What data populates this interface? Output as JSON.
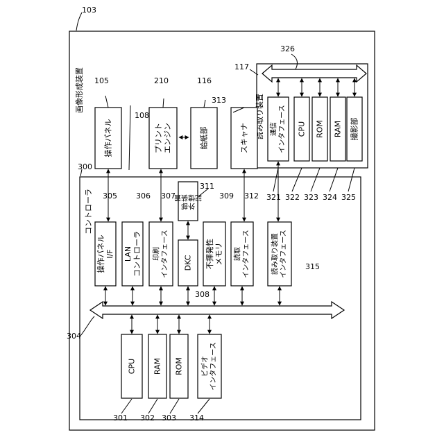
{
  "device": {
    "label": "画像形成装置",
    "ref": "103"
  },
  "controller": {
    "label": "コントローラ",
    "ref": "300"
  },
  "reader": {
    "label": "読み取り装置",
    "ref": "117"
  },
  "cable_ref": "108",
  "top_boxes": [
    {
      "id": "panel",
      "label": "操作パネル",
      "ref": "105"
    },
    {
      "id": "print-engine",
      "label": "プリント\nエンジン",
      "ref": "210"
    },
    {
      "id": "feeder",
      "label": "給紙部",
      "ref": "116"
    },
    {
      "id": "scanner",
      "label": "スキャナ",
      "ref": "313"
    }
  ],
  "reader_boxes": [
    {
      "id": "comm-if",
      "label": "通信\nインタフェース",
      "ref": "321"
    },
    {
      "id": "cpu",
      "label": "CPU",
      "ref": "322"
    },
    {
      "id": "rom",
      "label": "ROM",
      "ref": "323"
    },
    {
      "id": "ram",
      "label": "RAM",
      "ref": "324"
    },
    {
      "id": "camera",
      "label": "撮影部",
      "ref": "325"
    }
  ],
  "reader_bus_ref": "326",
  "controller_boxes": [
    {
      "id": "panel-if",
      "label": "操作パネル\nI/F",
      "ref": "305"
    },
    {
      "id": "lan",
      "label": "LAN\nコントローラ",
      "ref": "306"
    },
    {
      "id": "print-if",
      "label": "印刷\nインタフェース",
      "ref": "307"
    },
    {
      "id": "dkc",
      "label": "DKC",
      "ref": "308"
    },
    {
      "id": "nvmem",
      "label": "不揮発性\nメモリ",
      "ref": "309"
    },
    {
      "id": "scan-if",
      "label": "読取\nインタフェース",
      "ref": "312"
    },
    {
      "id": "reader-if",
      "label": "読み取り装置\nインタフェース",
      "ref": "315"
    }
  ],
  "external_storage": {
    "label": "外部\n記憶装置",
    "ref": "311"
  },
  "main_bus_ref": "304",
  "lower_boxes": [
    {
      "id": "cpu-main",
      "label": "CPU",
      "ref": "301"
    },
    {
      "id": "ram-main",
      "label": "RAM",
      "ref": "302"
    },
    {
      "id": "rom-main",
      "label": "ROM",
      "ref": "303"
    },
    {
      "id": "video-if",
      "label": "ビデオ\nインタフェース",
      "ref": "314"
    }
  ]
}
